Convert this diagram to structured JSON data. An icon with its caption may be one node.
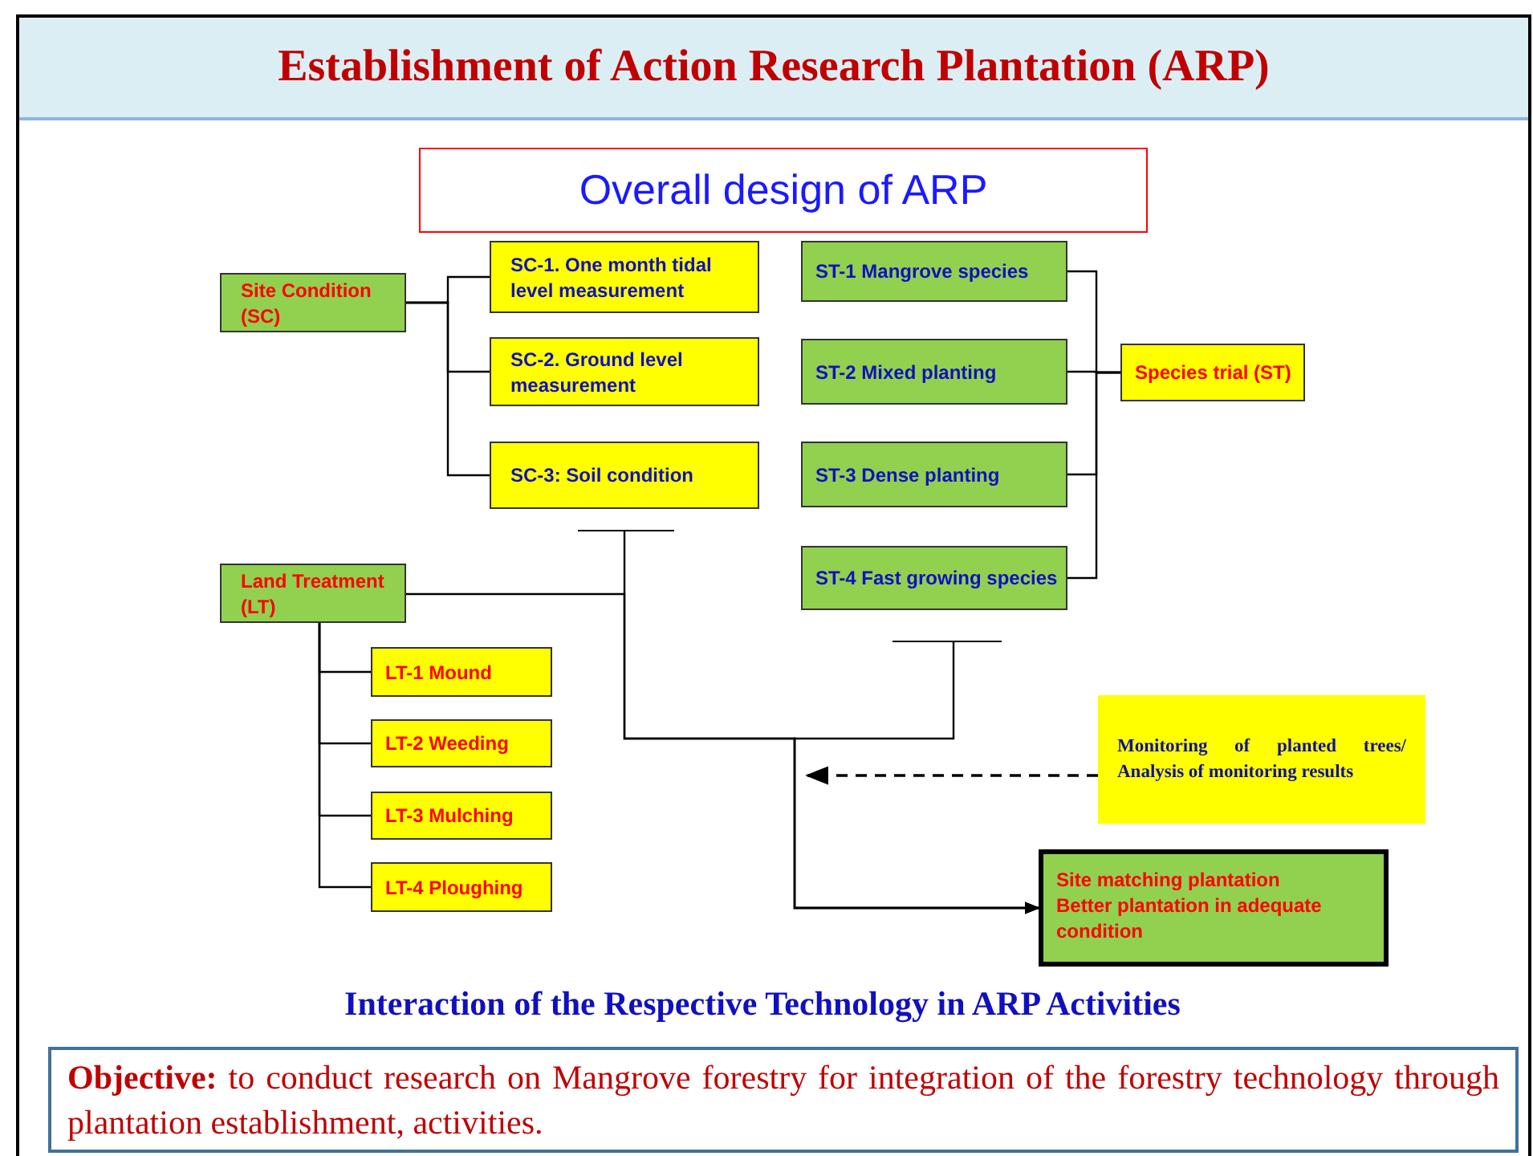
{
  "diagram": {
    "title": "Establishment of Action Research Plantation (ARP)",
    "caption": "Interaction of the Respective Technology in ARP Activities",
    "nodes": [
      {
        "text": [
          "Overall design of ARP"
        ]
      },
      {
        "text": [
          "Site Condition (SC)"
        ]
      },
      {
        "text": [
          "SC-1. One month tidal level measurement"
        ]
      },
      {
        "text": [
          "SC-2. Ground level measurement"
        ]
      },
      {
        "text": [
          "SC-3: Soil condition"
        ]
      },
      {
        "text": [
          "ST-1 Mangrove species"
        ]
      },
      {
        "text": [
          "ST-2 Mixed planting"
        ]
      },
      {
        "text": [
          "ST-3 Dense planting"
        ]
      },
      {
        "text": [
          "ST-4 Fast growing species"
        ]
      },
      {
        "text": [
          "Species trial (ST)"
        ]
      },
      {
        "text": [],
        "shape": "bar"
      },
      {
        "text": [
          "Land Treatment (LT)"
        ]
      },
      {
        "text": [
          "LT-1 Mound"
        ]
      },
      {
        "text": [
          "LT-2 Weeding"
        ]
      },
      {
        "text": [
          "LT-3 Mulching"
        ]
      },
      {
        "text": [
          "LT-4 Ploughing"
        ]
      },
      {
        "text": [],
        "shape": "bar"
      },
      {
        "text": [
          "Monitoring of planted trees/ Analysis of monitoring results"
        ]
      },
      {
        "text": [
          "Site matching plantation",
          "Better plantation in adequate condition"
        ]
      },
      {
        "text": [
          "**Objective:** to conduct research on Mangrove forestry for integration of the forestry technology through plantation establishment, activities."
        ]
      }
    ],
    "edges": [
      {
        "from": 1,
        "to": 2,
        "arrow": "none"
      },
      {
        "from": 1,
        "to": 3,
        "arrow": "none"
      },
      {
        "from": 1,
        "to": 4,
        "arrow": "none"
      },
      {
        "from": 5,
        "to": 9,
        "arrow": "none"
      },
      {
        "from": 6,
        "to": 9,
        "arrow": "none"
      },
      {
        "from": 7,
        "to": 9,
        "arrow": "none"
      },
      {
        "from": 8,
        "to": 9,
        "arrow": "none"
      },
      {
        "from": 11,
        "to": 12,
        "arrow": "none"
      },
      {
        "from": 11,
        "to": 13,
        "arrow": "none"
      },
      {
        "from": 11,
        "to": 14,
        "arrow": "none"
      },
      {
        "from": 11,
        "to": 15,
        "arrow": "none"
      },
      {
        "from": 10,
        "to": 18,
        "arrow": "to"
      },
      {
        "from": 11,
        "to": 18,
        "arrow": "to"
      },
      {
        "from": 16,
        "to": 18,
        "arrow": "to"
      },
      {
        "from": 17,
        "to": null,
        "arrow": "to",
        "style": "dashed"
      }
    ]
  }
}
